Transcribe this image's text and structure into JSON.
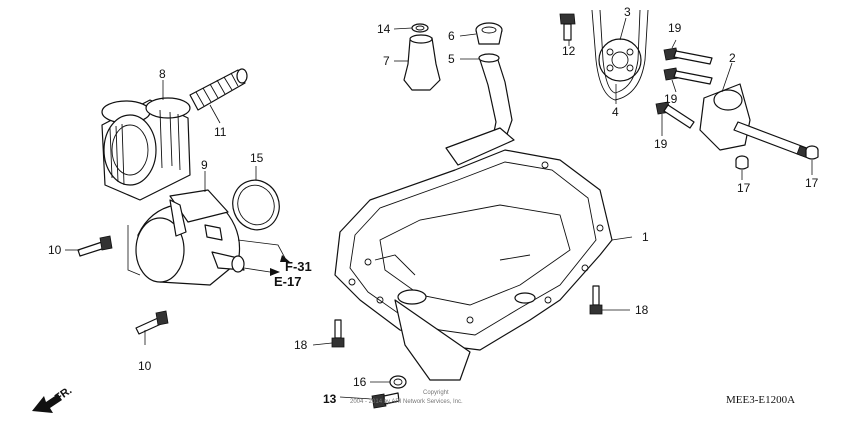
{
  "callouts": {
    "n1": "1",
    "n2": "2",
    "n3": "3",
    "n4": "4",
    "n5": "5",
    "n6": "6",
    "n7": "7",
    "n8": "8",
    "n9": "9",
    "n10a": "10",
    "n10b": "10",
    "n11": "11",
    "n12": "12",
    "n13": "13",
    "n14": "14",
    "n15": "15",
    "n16": "16",
    "n17a": "17",
    "n17b": "17",
    "n18a": "18",
    "n18b": "18",
    "n19a": "19",
    "n19b": "19",
    "n19c": "19"
  },
  "refs": {
    "f31": "F-31",
    "e17": "E-17"
  },
  "direction_label": "FR.",
  "diagram_code": "MEE3-E1200A",
  "copyright": {
    "line1": "Copyright",
    "line2": "2004 - 2014 by ARI Network Services, Inc."
  }
}
